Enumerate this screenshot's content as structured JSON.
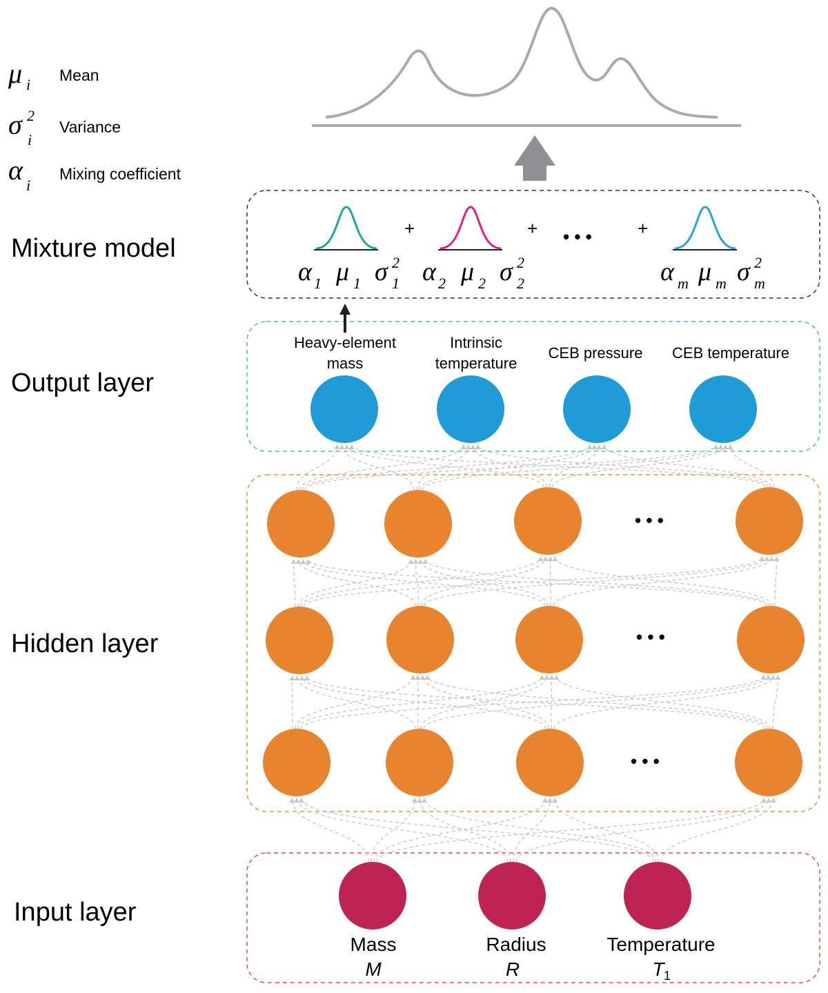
{
  "legend": {
    "mean": {
      "symbol": "μ",
      "sub": "i",
      "label": "Mean"
    },
    "variance": {
      "symbol": "σ",
      "sup": "2",
      "sub": "i",
      "label": "Variance"
    },
    "mixing": {
      "symbol": "α",
      "sub": "i",
      "label": "Mixing coefficient"
    }
  },
  "layers": {
    "mixture": "Mixture model",
    "output": "Output layer",
    "hidden": "Hidden layer",
    "input": "Input layer"
  },
  "mixture": {
    "plus": "+",
    "ellipsis": "• • •",
    "components": [
      {
        "alpha": "α",
        "mu": "μ",
        "sigma": "σ",
        "sup": "2",
        "sub": "1",
        "color": "#1aa99a"
      },
      {
        "alpha": "α",
        "mu": "μ",
        "sigma": "σ",
        "sup": "2",
        "sub": "2",
        "color": "#e0218a"
      },
      {
        "alpha": "α",
        "mu": "μ",
        "sigma": "σ",
        "sup": "2",
        "sub": "m",
        "color": "#27a3dc"
      }
    ]
  },
  "outputs": [
    {
      "line1": "Heavy-element",
      "line2": "mass"
    },
    {
      "line1": "Intrinsic",
      "line2": "temperature"
    },
    {
      "line1": "CEB pressure",
      "line2": ""
    },
    {
      "line1": "CEB temperature",
      "line2": ""
    }
  ],
  "hidden": {
    "ellipsis": "• • •"
  },
  "inputs": [
    {
      "name": "Mass",
      "symbol": "M",
      "sub": ""
    },
    {
      "name": "Radius",
      "symbol": "R",
      "sub": ""
    },
    {
      "name": "Temperature",
      "symbol": "T",
      "sub": "1"
    }
  ],
  "colors": {
    "output_node": "#1f9bd7",
    "hidden_node": "#e8832e",
    "input_node": "#be2453",
    "mixture_border": "#333333",
    "output_border": "#4db3e6",
    "hidden_border": "#ec8f3a",
    "input_border": "#e84c4c",
    "distribution_curve": "#aaaaab",
    "connection": "#c8c8c8"
  }
}
